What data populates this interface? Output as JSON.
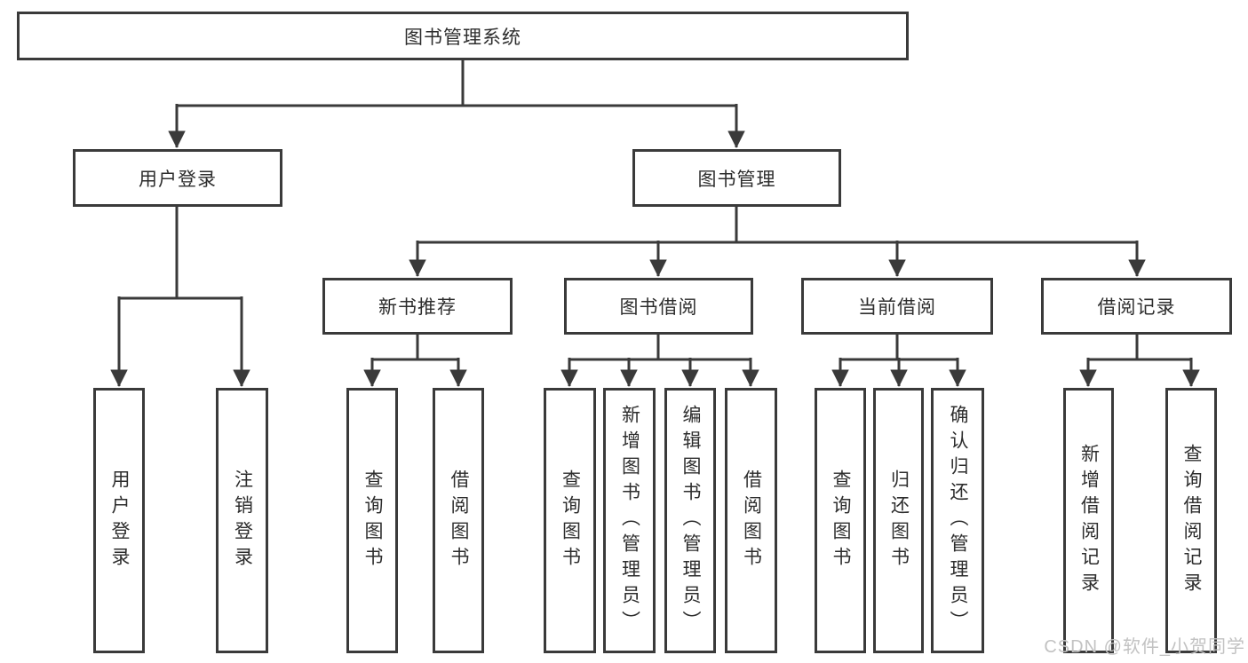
{
  "diagram": {
    "root": {
      "label": "图书管理系统",
      "children": [
        {
          "label": "用户登录",
          "children": [
            {
              "label": "用户登录"
            },
            {
              "label": "注销登录"
            }
          ]
        },
        {
          "label": "图书管理",
          "children": [
            {
              "label": "新书推荐",
              "children": [
                {
                  "label": "查询图书"
                },
                {
                  "label": "借阅图书"
                }
              ]
            },
            {
              "label": "图书借阅",
              "children": [
                {
                  "label": "查询图书"
                },
                {
                  "label": "新增图书（管理员）"
                },
                {
                  "label": "编辑图书（管理员）"
                },
                {
                  "label": "借阅图书"
                }
              ]
            },
            {
              "label": "当前借阅",
              "children": [
                {
                  "label": "查询图书"
                },
                {
                  "label": "归还图书"
                },
                {
                  "label": "确认归还（管理员）"
                }
              ]
            },
            {
              "label": "借阅记录",
              "children": [
                {
                  "label": "新增借阅记录"
                },
                {
                  "label": "查询借阅记录"
                }
              ]
            }
          ]
        }
      ]
    }
  },
  "colors": {
    "line": "#3a3a3a",
    "text": "#2d2d2d",
    "watermark": "#c2c2c2"
  },
  "watermark": {
    "text": "CSDN @软件_小贺同学"
  }
}
